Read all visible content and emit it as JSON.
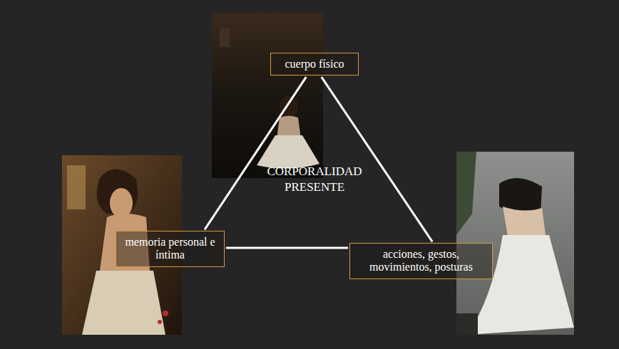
{
  "diagram": {
    "nodes": [
      {
        "text": [
          "cuerpo físico"
        ]
      },
      {
        "text": [
          "memoria personal e íntima"
        ]
      },
      {
        "text": [
          "acciones, gestos, movimientos, posturas"
        ]
      }
    ],
    "edges": [
      {
        "from": 0,
        "to": 1,
        "arrow": "none"
      },
      {
        "from": 1,
        "to": 2,
        "arrow": "none"
      },
      {
        "from": 2,
        "to": 0,
        "arrow": "none"
      }
    ],
    "labels": [
      "CORPORALIDAD PRESENTE"
    ]
  }
}
